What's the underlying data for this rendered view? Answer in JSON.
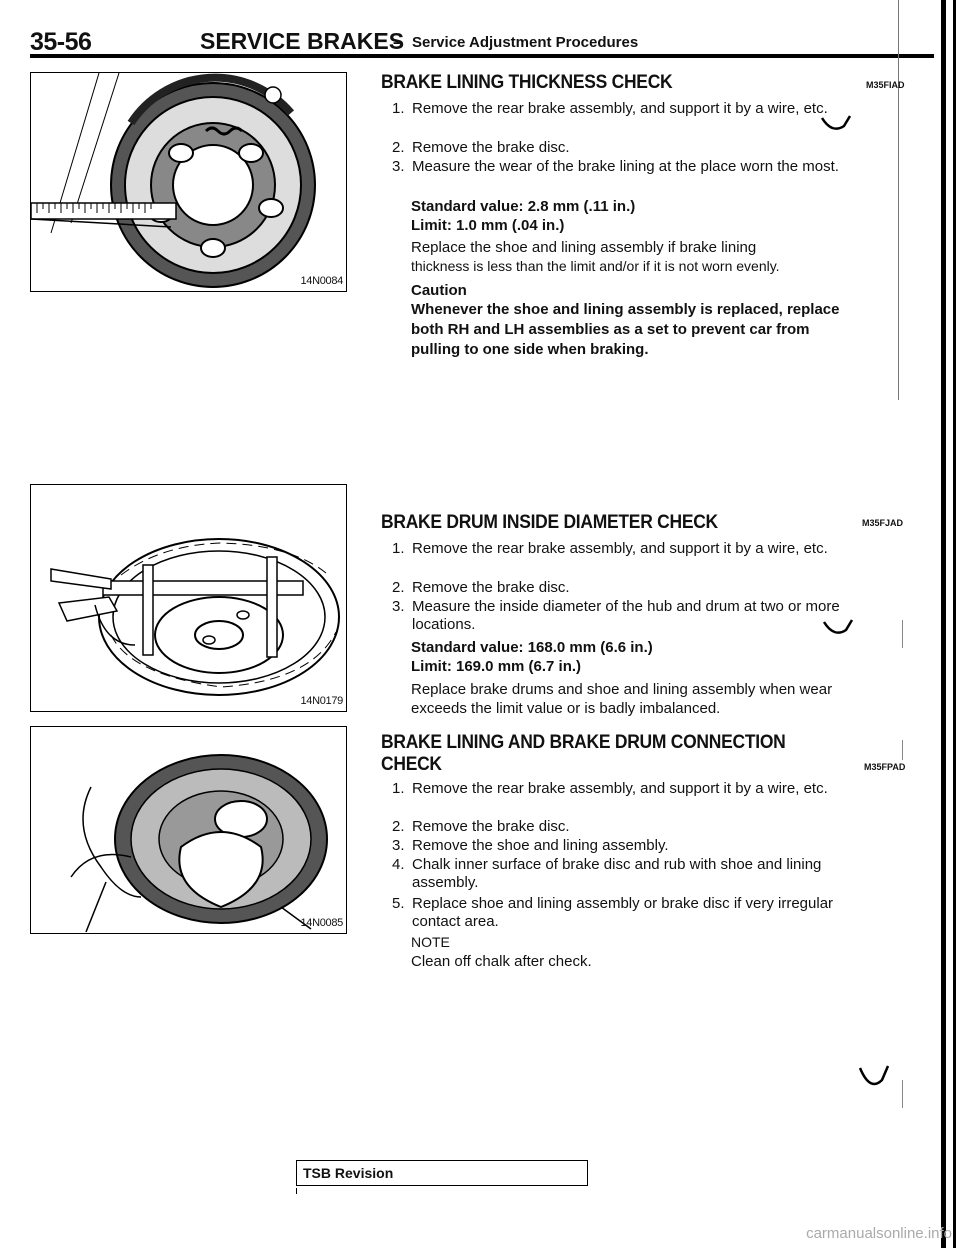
{
  "header": {
    "page_code": "35-56",
    "title": "SERVICE BRAKES",
    "dash": "–",
    "subtitle": "Service Adjustment Procedures"
  },
  "figures": [
    {
      "label": "14N0084"
    },
    {
      "label": "14N0179"
    },
    {
      "label": "14N0085"
    }
  ],
  "sections": {
    "lining": {
      "title": "BRAKE LINING THICKNESS CHECK",
      "code": "M35FIAD",
      "steps": [
        {
          "num": "1.",
          "text": "Remove the rear brake assembly, and support it by a wire, etc."
        },
        {
          "num": "2.",
          "text": "Remove the brake disc."
        },
        {
          "num": "3.",
          "text": "Measure the wear of the brake lining at the place worn the most."
        }
      ],
      "spec_standard": "Standard value: 2.8 mm (.11 in.)",
      "spec_limit": "Limit: 1.0 mm (.04 in.)",
      "replace_text_1": "Replace the shoe and lining assembly if brake lining",
      "replace_text_2": "thickness is less than the limit and/or if it is not worn evenly.",
      "caution_title": "Caution",
      "caution_text": "Whenever the shoe and lining assembly is replaced, replace both RH and LH assemblies as a set to prevent car from pulling to one side when braking."
    },
    "drum": {
      "title": "BRAKE DRUM INSIDE DIAMETER CHECK",
      "code": "M35FJAD",
      "steps": [
        {
          "num": "1.",
          "text": "Remove the rear brake assembly, and support it by a wire, etc."
        },
        {
          "num": "2.",
          "text": "Remove the brake disc."
        },
        {
          "num": "3.",
          "text": "Measure the inside diameter of the hub and drum at two or more locations."
        }
      ],
      "spec_standard": "Standard value: 168.0 mm (6.6 in.)",
      "spec_limit": "Limit: 169.0 mm (6.7 in.)",
      "replace_text": "Replace brake drums and shoe and lining assembly when wear exceeds the limit value or is badly imbalanced."
    },
    "connection": {
      "title_line1": "BRAKE LINING AND BRAKE DRUM CONNECTION",
      "title_line2": "CHECK",
      "code": "M35FPAD",
      "steps": [
        {
          "num": "1.",
          "text": "Remove the rear brake assembly, and support it by a wire, etc."
        },
        {
          "num": "2.",
          "text": "Remove the brake disc."
        },
        {
          "num": "3.",
          "text": "Remove the shoe and lining assembly."
        },
        {
          "num": "4.",
          "text": "Chalk inner surface of brake disc and rub with shoe and lining assembly."
        },
        {
          "num": "5.",
          "text": "Replace shoe and lining assembly or brake disc if very irregular contact area."
        }
      ],
      "note_label": "NOTE",
      "note_text": "Clean off chalk after check."
    }
  },
  "footer": {
    "tsb": "TSB Revision",
    "watermark": "carmanualsonline.info"
  }
}
